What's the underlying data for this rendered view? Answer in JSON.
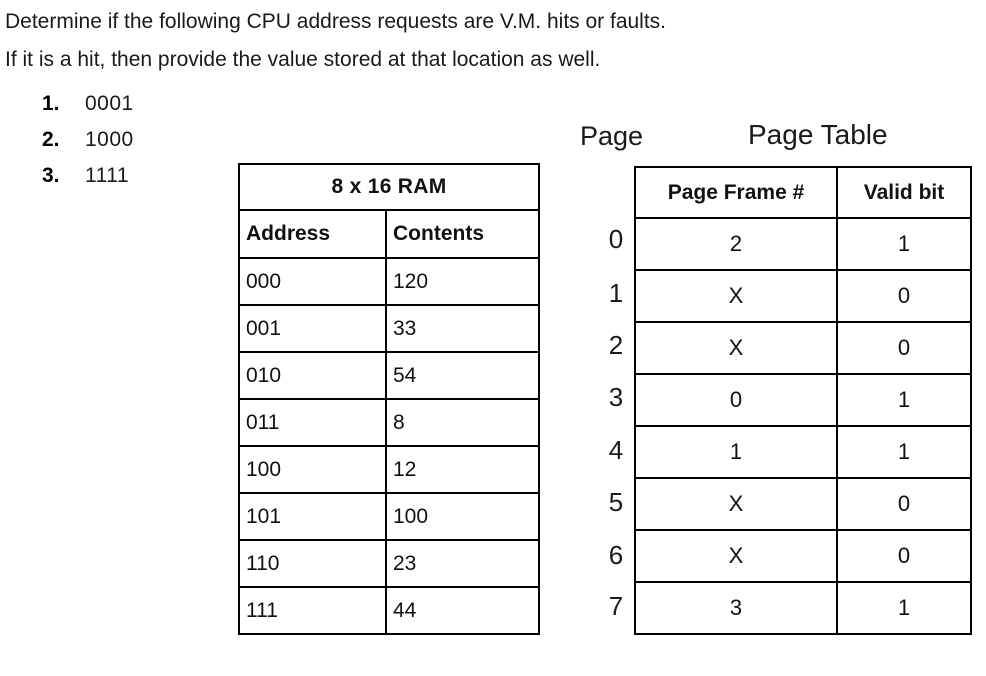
{
  "prompt": {
    "line1": "Determine if the following CPU address requests are V.M. hits or faults.",
    "line2": "If it is a hit, then provide the value stored at that location as well."
  },
  "questions": [
    {
      "number": "1.",
      "address": "0001"
    },
    {
      "number": "2.",
      "address": "1000"
    },
    {
      "number": "3.",
      "address": "1111"
    }
  ],
  "ram_table": {
    "title": "8 x 16 RAM",
    "columns": [
      "Address",
      "Contents"
    ],
    "rows": [
      {
        "address": "000",
        "contents": "120"
      },
      {
        "address": "001",
        "contents": "33"
      },
      {
        "address": "010",
        "contents": "54"
      },
      {
        "address": "011",
        "contents": "8"
      },
      {
        "address": "100",
        "contents": "12"
      },
      {
        "address": "101",
        "contents": "100"
      },
      {
        "address": "110",
        "contents": "23"
      },
      {
        "address": "111",
        "contents": "44"
      }
    ]
  },
  "page_section": {
    "page_label": "Page",
    "title": "Page Table",
    "columns": [
      "Page Frame #",
      "Valid bit"
    ],
    "page_numbers": [
      "0",
      "1",
      "2",
      "3",
      "4",
      "5",
      "6",
      "7"
    ],
    "rows": [
      {
        "page": "0",
        "frame": "2",
        "valid": "1"
      },
      {
        "page": "1",
        "frame": "X",
        "valid": "0"
      },
      {
        "page": "2",
        "frame": "X",
        "valid": "0"
      },
      {
        "page": "3",
        "frame": "0",
        "valid": "1"
      },
      {
        "page": "4",
        "frame": "1",
        "valid": "1"
      },
      {
        "page": "5",
        "frame": "X",
        "valid": "0"
      },
      {
        "page": "6",
        "frame": "X",
        "valid": "0"
      },
      {
        "page": "7",
        "frame": "3",
        "valid": "1"
      }
    ]
  },
  "colors": {
    "text": "#1a1a1a",
    "border": "#000000",
    "background": "#ffffff"
  }
}
